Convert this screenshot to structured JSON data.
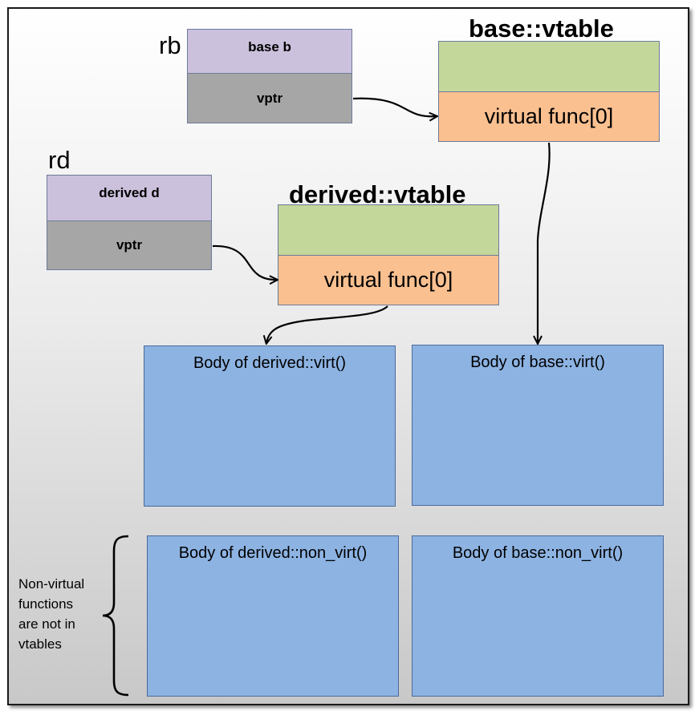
{
  "diagram": {
    "labels": {
      "rb": "rb",
      "rd": "rd"
    },
    "objects": {
      "base": {
        "header": "base b",
        "pointer": "vptr"
      },
      "derived": {
        "header": "derived d",
        "pointer": "vptr"
      }
    },
    "vtables": {
      "base": {
        "title": "base::vtable",
        "entry": "virtual func[0]"
      },
      "derived": {
        "title": "derived::vtable",
        "entry": "virtual func[0]"
      }
    },
    "bodies": {
      "derived_virt": "Body of derived::virt()",
      "base_virt": "Body of base::virt()",
      "derived_non_virt": "Body of derived::non_virt()",
      "base_non_virt": "Body of base::non_virt()"
    },
    "note": {
      "lines": [
        "Non-virtual",
        "functions",
        "are not in",
        "vtables"
      ]
    },
    "colors": {
      "object_header": "#ccc1dd",
      "vptr": "#a6a6a6",
      "vtable_header": "#c4d79b",
      "vtable_entry": "#fac090",
      "function_body": "#8db3e2"
    }
  }
}
